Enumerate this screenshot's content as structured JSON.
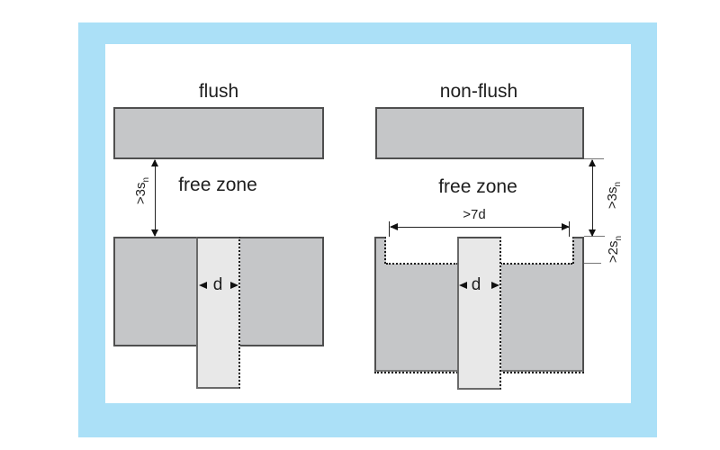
{
  "colors": {
    "frame_blue": "#ABE0F7",
    "material_gray": "#C5C6C8",
    "sensor_gray": "#E8E8E8",
    "outline_dark": "#4F4F4F",
    "text_dark": "#1E1E1E"
  },
  "left": {
    "title": "flush",
    "free_zone": "free zone",
    "gap_dim": {
      "text": ">3s",
      "sub": "n"
    },
    "diameter": "d"
  },
  "right": {
    "title": "non-flush",
    "free_zone": "free zone",
    "gap_dim": {
      "text": ">3s",
      "sub": "n"
    },
    "recess_width_dim": ">7d",
    "recess_depth_dim": {
      "text": ">2s",
      "sub": "n"
    },
    "diameter": "d"
  }
}
